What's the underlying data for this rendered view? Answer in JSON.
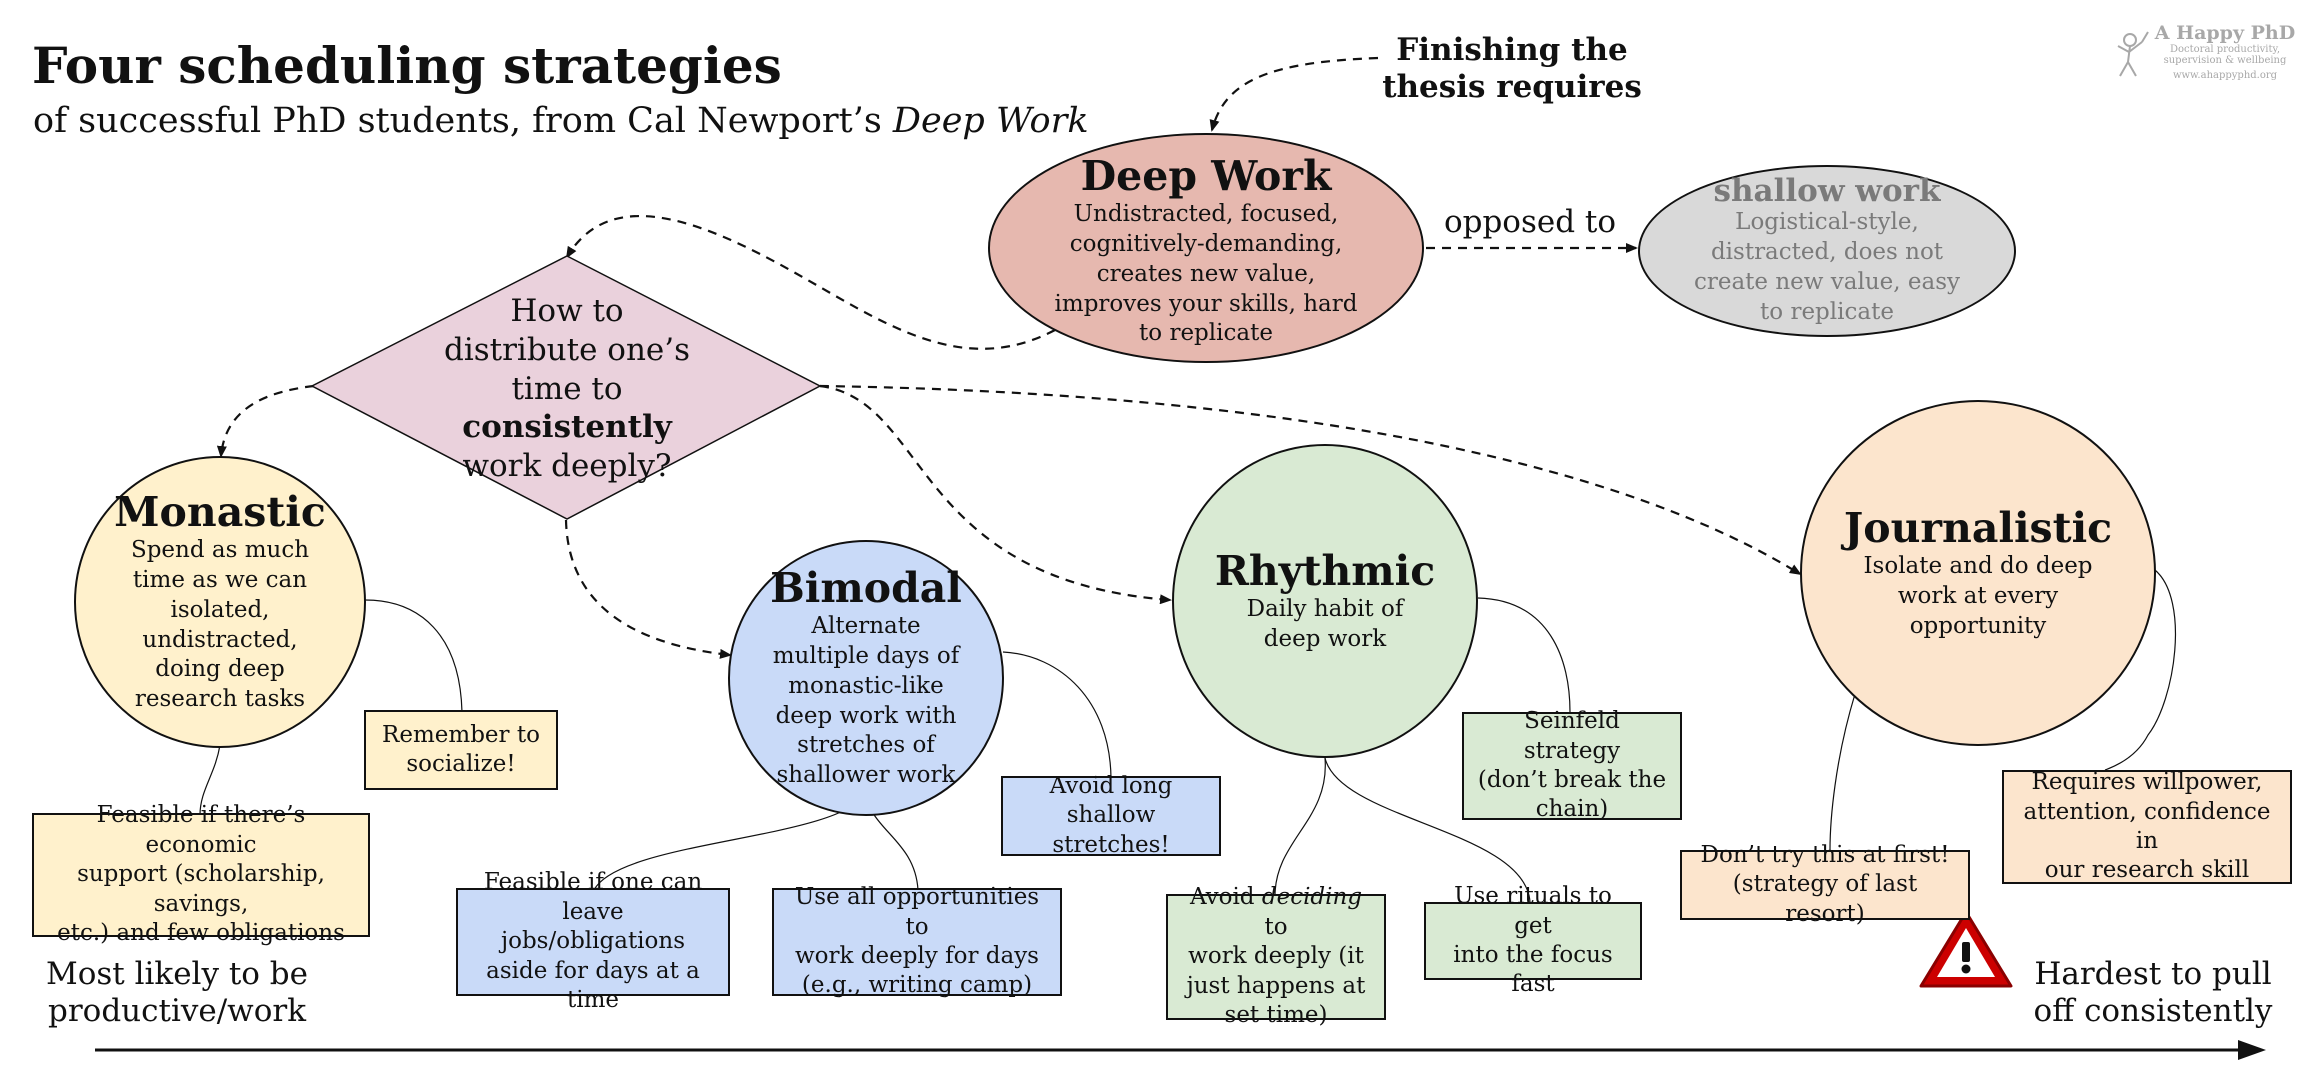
{
  "title": "Four scheduling strategies",
  "subtitle_pre": "of successful PhD students, from Cal Newport’s ",
  "subtitle_em": "Deep Work",
  "logo": {
    "name": "A Happy PhD",
    "tagline_1": "Doctoral productivity,",
    "tagline_2": "supervision & wellbeing",
    "url": "www.ahappyphd.org"
  },
  "finishing_1": "Finishing the",
  "finishing_2": "thesis requires",
  "deep_work": {
    "title": "Deep Work",
    "desc_1": "Undistracted, focused,",
    "desc_2": "cognitively-demanding,",
    "desc_3": "creates new value,",
    "desc_4": "improves your skills, hard",
    "desc_5": "to replicate"
  },
  "opposed_to": "opposed to",
  "shallow_work": {
    "title": "shallow work",
    "desc_1": "Logistical-style,",
    "desc_2": "distracted, does not",
    "desc_3": "create new value, easy",
    "desc_4": "to replicate"
  },
  "question": {
    "line_1": "How to",
    "line_2": "distribute one’s",
    "line_3": "time to",
    "line_4": "consistently",
    "line_5": "work deeply?"
  },
  "monastic": {
    "title": "Monastic",
    "desc_1": "Spend as much",
    "desc_2": "time as we can",
    "desc_3": "isolated,",
    "desc_4": "undistracted,",
    "desc_5": "doing deep",
    "desc_6": "research tasks",
    "note_socialize_1": "Remember to",
    "note_socialize_2": "socialize!",
    "note_feasible_1": "Feasible if there’s economic",
    "note_feasible_2": "support (scholarship, savings,",
    "note_feasible_3": "etc.) and few obligations"
  },
  "bimodal": {
    "title": "Bimodal",
    "desc_1": "Alternate",
    "desc_2": "multiple days of",
    "desc_3": "monastic-like",
    "desc_4": "deep work with",
    "desc_5": "stretches of",
    "desc_6": "shallower work",
    "note_avoid_1": "Avoid long",
    "note_avoid_2": "shallow stretches!",
    "note_feasible_1": "Feasible if one can",
    "note_feasible_2": "leave jobs/obligations",
    "note_feasible_3": "aside for days at a time",
    "note_opps_1": "Use all opportunities to",
    "note_opps_2": "work deeply for days",
    "note_opps_3": "(e.g., writing camp)"
  },
  "rhythmic": {
    "title": "Rhythmic",
    "desc_1": "Daily habit of",
    "desc_2": "deep work",
    "note_seinfeld_1": "Seinfeld strategy",
    "note_seinfeld_2": "(don’t break the",
    "note_seinfeld_3": "chain)",
    "note_avoid_pre": "Avoid ",
    "note_avoid_em": "deciding",
    "note_avoid_post": " to",
    "note_avoid_2": "work deeply (it",
    "note_avoid_3": "just happens at",
    "note_avoid_4": "set time)",
    "note_rituals_1": "Use rituals to get",
    "note_rituals_2": "into the focus fast"
  },
  "journalistic": {
    "title": "Journalistic",
    "desc_1": "Isolate and do deep",
    "desc_2": "work at every",
    "desc_3": "opportunity",
    "note_willpower_1": "Requires willpower,",
    "note_willpower_2": "attention, confidence in",
    "note_willpower_3": "our research skill",
    "note_dont_1": "Don’t try this at first!",
    "note_dont_2": "(strategy of last resort)"
  },
  "axis_left_1": "Most likely to be",
  "axis_left_2": "productive/work",
  "axis_right_1": "Hardest to pull",
  "axis_right_2": "off consistently",
  "colors": {
    "deep_work": "#e6b8af",
    "shallow_work": "#d9d9d9",
    "question": "#ead1dc",
    "monastic": "#fff1cc",
    "bimodal": "#c9daf8",
    "rhythmic": "#d9ead3",
    "journalistic": "#fce5cd",
    "warning": "#cc0000"
  }
}
